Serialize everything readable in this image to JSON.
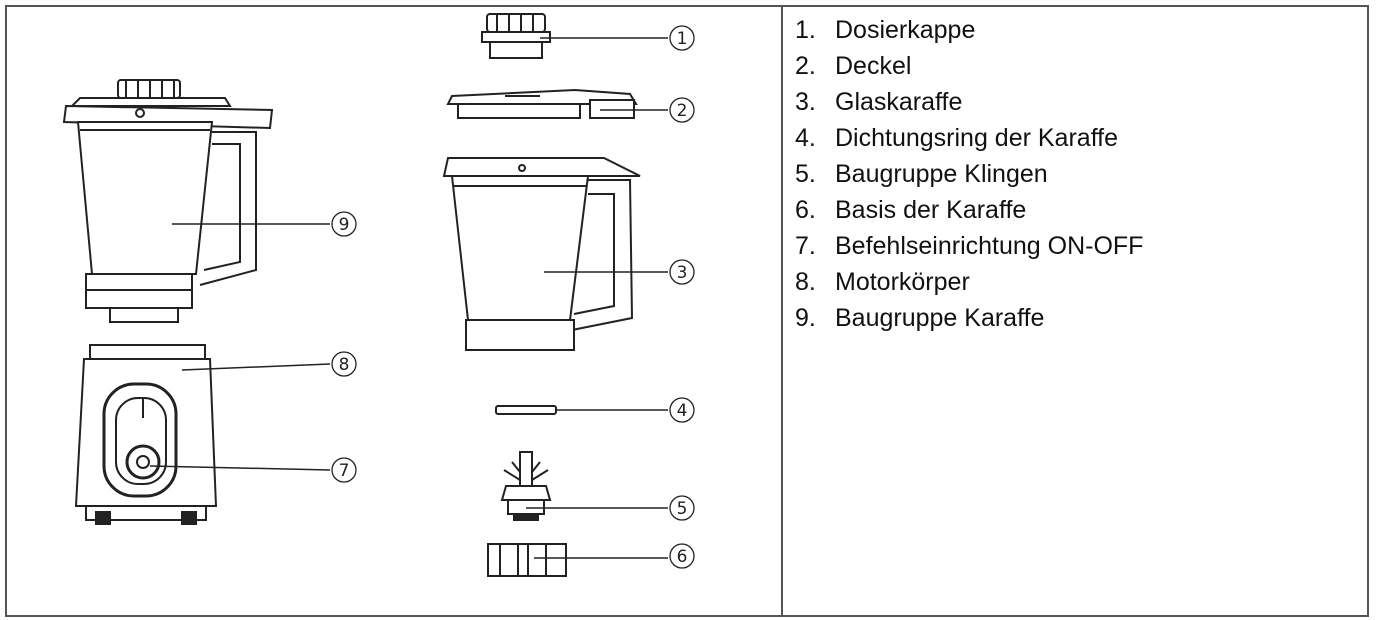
{
  "callouts": [
    "1",
    "2",
    "3",
    "4",
    "5",
    "6",
    "7",
    "8",
    "9"
  ],
  "legend": {
    "items": [
      {
        "num": "1.",
        "label": "Dosierkappe"
      },
      {
        "num": "2.",
        "label": "Deckel"
      },
      {
        "num": "3.",
        "label": "Glaskaraffe"
      },
      {
        "num": "4.",
        "label": "Dichtungsring der Karaffe"
      },
      {
        "num": "5.",
        "label": "Baugruppe Klingen"
      },
      {
        "num": "6.",
        "label": "Basis der Karaffe"
      },
      {
        "num": "7.",
        "label": "Befehlseinrichtung ON-OFF"
      },
      {
        "num": "8.",
        "label": "Motorkörper"
      },
      {
        "num": "9.",
        "label": "Baugruppe Karaffe"
      }
    ]
  }
}
